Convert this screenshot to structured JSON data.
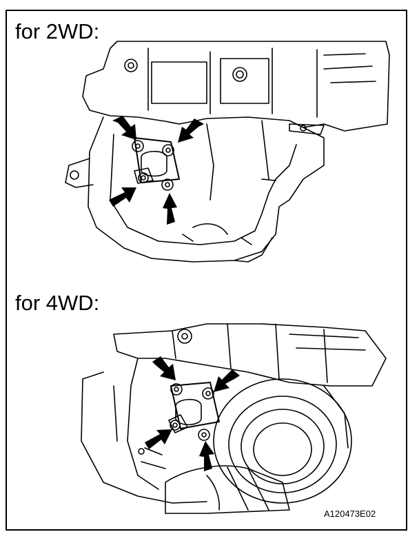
{
  "labels": {
    "variant_2wd": "for 2WD:",
    "variant_4wd": "for 4WD:",
    "figure_id": "A120473E02"
  }
}
